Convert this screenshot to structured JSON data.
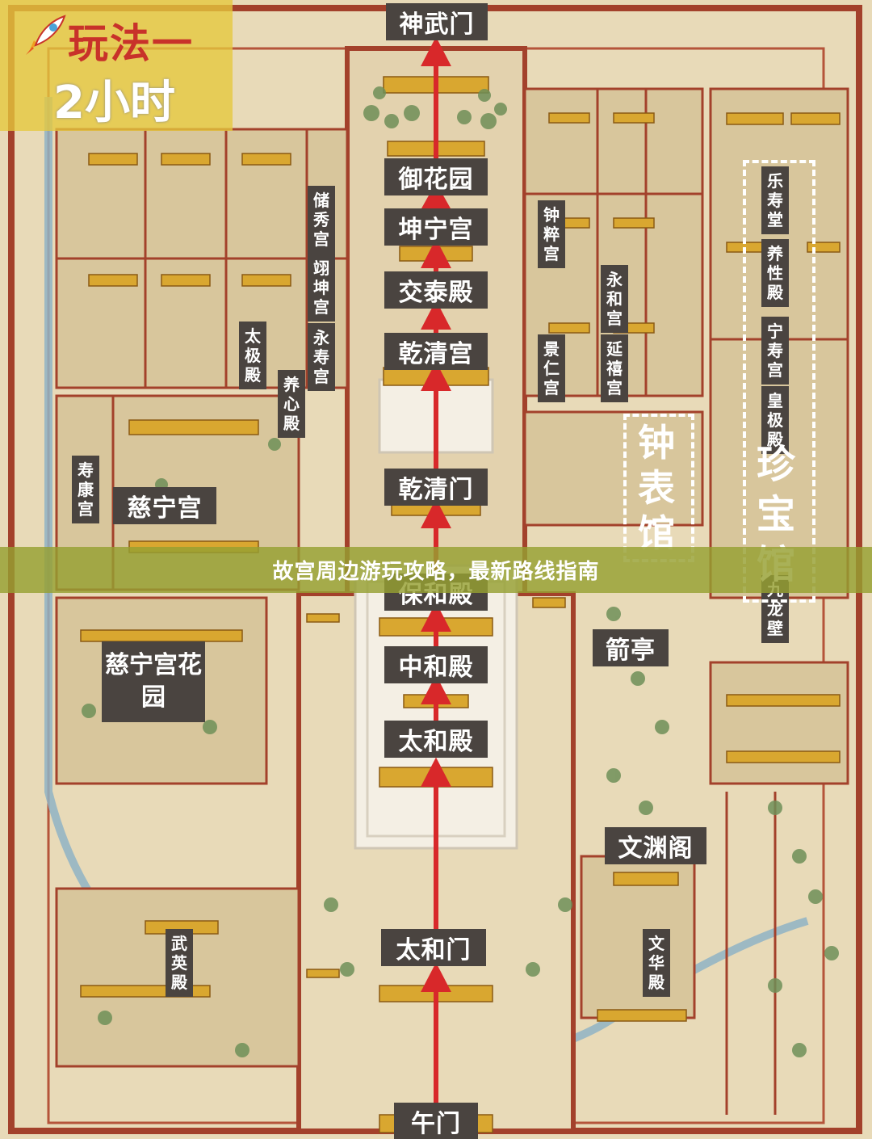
{
  "badge": {
    "title": "玩法一",
    "subtitle": "2小时"
  },
  "banner": {
    "text": "故宫周边游玩攻略，最新路线指南"
  },
  "route_stops": [
    "神武门",
    "御花园",
    "坤宁宫",
    "交泰殿",
    "乾清宫",
    "乾清门",
    "保和殿",
    "中和殿",
    "太和殿",
    "太和门",
    "午门"
  ],
  "labels": {
    "shenwumen": "神武门",
    "yuhuayuan": "御花园",
    "kunninggong": "坤宁宫",
    "jiaotaidian": "交泰殿",
    "qianqinggong": "乾清宫",
    "qianqingmen": "乾清门",
    "baohedian": "保和殿",
    "zhonghedian": "中和殿",
    "taihedian": "太和殿",
    "taihemen": "太和门",
    "wumen": "午门",
    "cixiugong": "储秀宫",
    "yikungong": "翊坤宫",
    "yongshougong": "永寿宫",
    "taijidian": "太极殿",
    "yangxindian": "养心殿",
    "zhongcuigong": "钟粹宫",
    "yonghegong": "永和宫",
    "jingrengong": "景仁宫",
    "yanxigong": "延禧宫",
    "leshoutang": "乐寿堂",
    "yangxingdian": "养性殿",
    "ningshougong": "宁寿宫",
    "huangjidian": "皇极殿",
    "jiulongbi": "九龙壁",
    "shoukanggong": "寿康宫",
    "cininggong": "慈宁宫",
    "cininggarden": "慈宁宫花园",
    "jianting": "箭亭",
    "wenyuange": "文渊阁",
    "wenhuadian": "文华殿",
    "wuyingdian": "武英殿",
    "clock_museum": "钟表馆",
    "treasure_museum": "珍宝馆"
  },
  "colors": {
    "route_arrow": "#d8282a",
    "label_bg": "#4a4440",
    "badge_bg": "#e6c83c",
    "badge_title": "#c8322a",
    "banner_bg": "#96a032",
    "wall": "#9e3a26",
    "roof": "#d9a730"
  },
  "icons": {
    "badge_icon": "rocket-icon"
  }
}
